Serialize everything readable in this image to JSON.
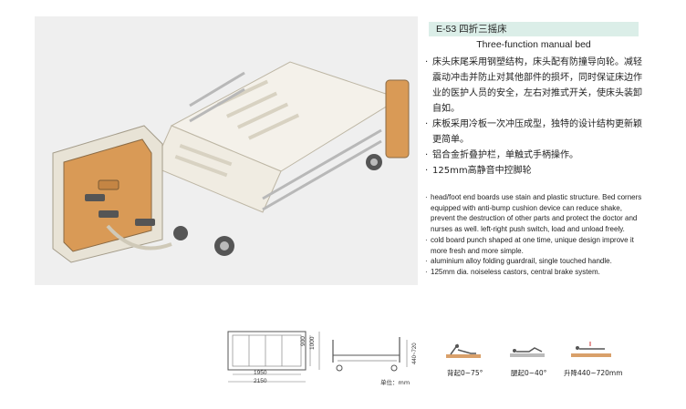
{
  "header": {
    "model_cn": "E-53 四折三摇床",
    "subtitle_en": "Three-function manual bed"
  },
  "features_cn": [
    "床头床尾采用钢塑结构，床头配有防撞导向轮。减轻震动冲击并防止对其他部件的损坏，同时保证床边作业的医护人员的安全，左右对推式开关，使床头装卸自如。",
    "床板采用冷板一次冲压成型，独特的设计结构更新颖更简单。",
    "铝合金折叠护栏，单触式手柄操作。",
    "125mm高静音中控脚轮"
  ],
  "features_en": [
    "head/foot end boards use stain and plastic structure. Bed corners equipped with anti-bump cushion device can reduce shake, prevent the destruction of other parts and protect the doctor and nurses as well. left-right push switch, load and unload freely.",
    "cold board punch shaped at one time, unique design improve it more fresh and more simple.",
    "aluminium alloy folding guardrail, single touched handle.",
    "125mm dia. noiseless castors, central brake system."
  ],
  "dimensions": {
    "length_inner": "1950",
    "length_outer": "2150",
    "width_inner": "900",
    "width_outer": "1000",
    "height_range": "440~720",
    "unit_label": "单位：mm"
  },
  "functions": [
    {
      "label": "背起0~75°"
    },
    {
      "label": "腿起0~40°"
    },
    {
      "label": "升降440~720mm"
    }
  ],
  "colors": {
    "title_bar": "#dbeee8",
    "headboard_wood": "#d99a56",
    "frame": "#e8e3d6"
  }
}
